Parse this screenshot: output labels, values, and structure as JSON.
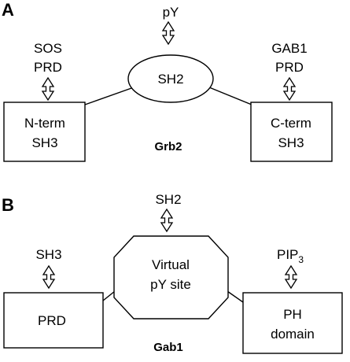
{
  "panel_a": {
    "letter": "A",
    "protein": "Grb2",
    "center": {
      "label": "SH2",
      "partner": "pY"
    },
    "left": {
      "line1": "N-term",
      "line2": "SH3",
      "partner_line1": "SOS",
      "partner_line2": "PRD"
    },
    "right": {
      "line1": "C-term",
      "line2": "SH3",
      "partner_line1": "GAB1",
      "partner_line2": "PRD"
    }
  },
  "panel_b": {
    "letter": "B",
    "protein": "Gab1",
    "center": {
      "line1": "Virtual",
      "line2": "pY site",
      "partner": "SH2"
    },
    "left": {
      "label": "PRD",
      "partner": "SH3"
    },
    "right": {
      "line1": "PH",
      "line2": "domain",
      "partner": "PIP",
      "partner_sub": "3"
    }
  }
}
